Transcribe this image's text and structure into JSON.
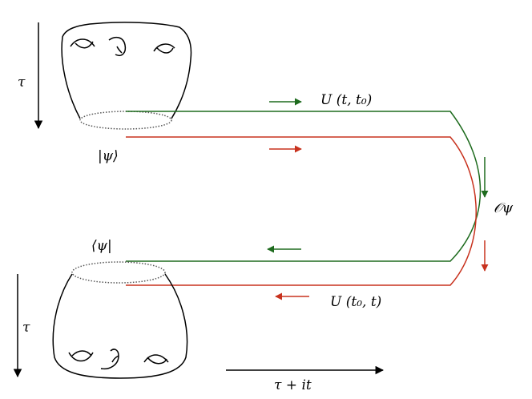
{
  "labels": {
    "tau_top": "τ",
    "tau_bottom": "τ",
    "ket_psi": "|ψ⟩",
    "bra_psi": "⟨ψ|",
    "U_forward": "U (t, t₀)",
    "U_backward": "U (t₀, t)",
    "operator": "𝒪ψ",
    "time_axis": "τ + it"
  },
  "colors": {
    "green": "#1e6b1e",
    "red": "#c8321e",
    "black": "#000000",
    "dotted": "#555555"
  }
}
